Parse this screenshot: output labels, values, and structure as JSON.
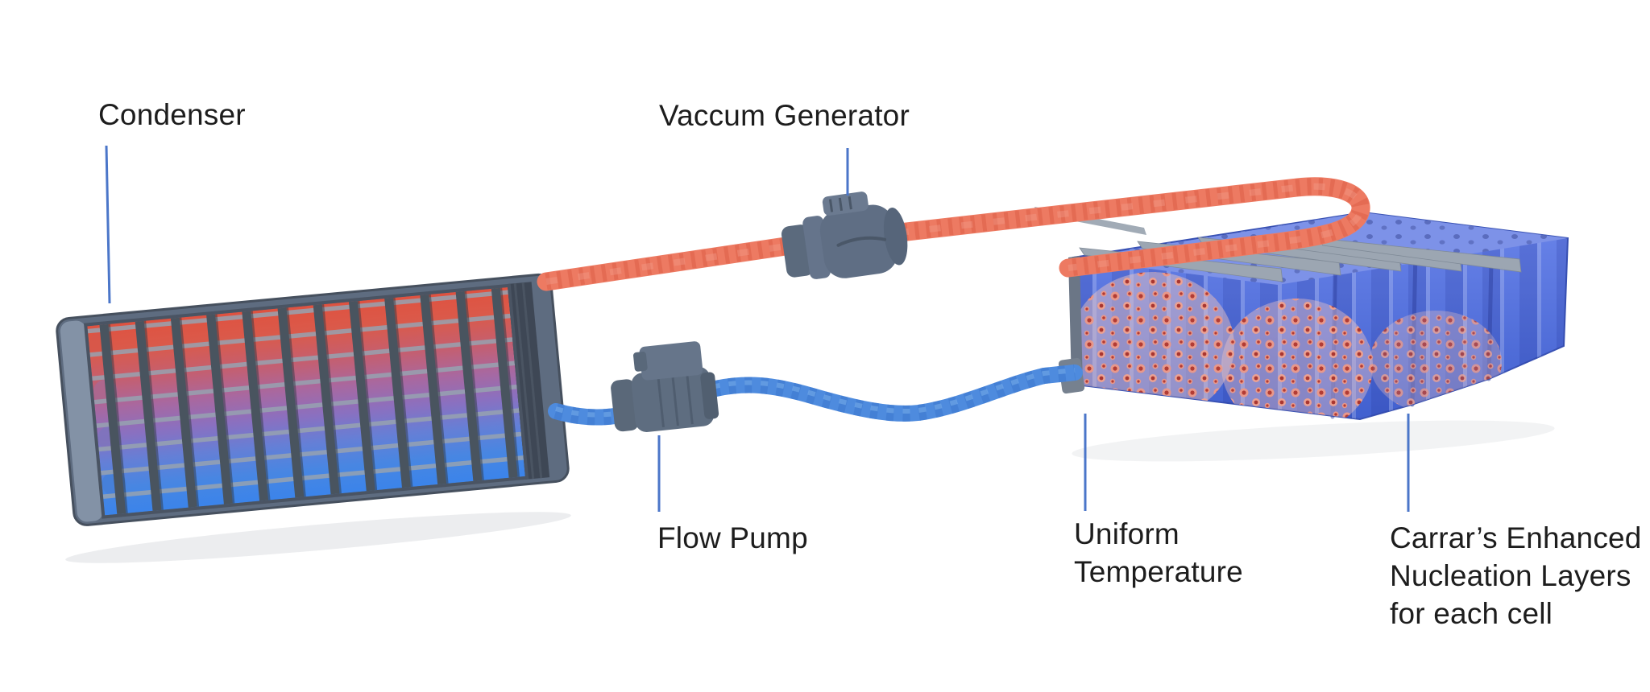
{
  "scene": {
    "background": "#ffffff",
    "description": "two-phase-liquid-cooling-loop-diagram",
    "labels": {
      "condenser": "Condenser",
      "vacuum_generator": "Vaccum Generator",
      "flow_pump": "Flow Pump",
      "uniform_temperature": "Uniform Temperature",
      "nucleation_layers": "Carrar’s Enhanced Nucleation Layers for each cell"
    },
    "colors": {
      "label_text": "#1d1d1d",
      "leader_line": "#4b76c9",
      "hot_vapor_tube": "#ed7a62",
      "hot_vapor_speckle": "#d6543f",
      "cool_liquid_tube": "#4e8bde",
      "cool_liquid_shade": "#3d79ce",
      "hardware_slate": "#5e6d80",
      "condenser_hot_end": "#df5240",
      "condenser_cold_end": "#3b84ea",
      "battery_pack_blue": "#4c6eda",
      "nucleation_bubble": "#b23c35",
      "cooling_fin_gray": "#9ca6b2"
    },
    "components": [
      "condenser-radiator",
      "vacuum-generator-valve",
      "flow-pump",
      "battery-cell-pack",
      "hot-vapor-tube",
      "cool-liquid-tube",
      "nucleation-bubbles",
      "cooling-fins"
    ]
  }
}
